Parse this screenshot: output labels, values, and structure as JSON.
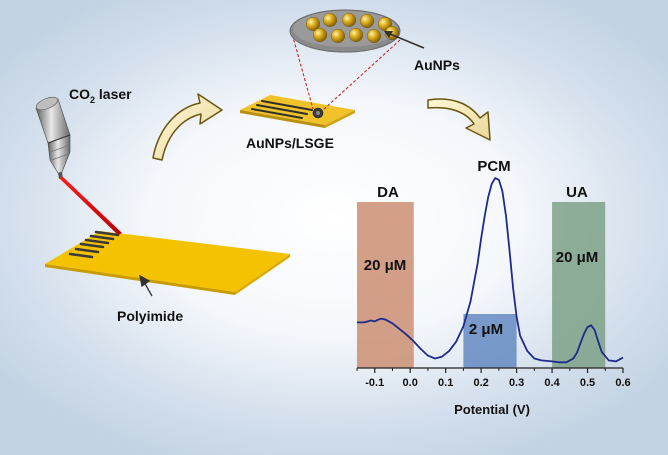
{
  "labels": {
    "laser_prefix": "CO",
    "laser_sub": "2",
    "laser_suffix": " laser",
    "polyimide": "Polyimide",
    "electrode": "AuNPs/LSGE",
    "nanoparticles": "AuNPs"
  },
  "chart_data": {
    "type": "line",
    "xlabel": "Potential (V)",
    "ylabel": "",
    "title": "",
    "xlim": [
      -0.15,
      0.6
    ],
    "x_ticks": [
      "-0.1",
      "0.0",
      "0.1",
      "0.2",
      "0.3",
      "0.4",
      "0.5",
      "0.6"
    ],
    "x_tick_values": [
      -0.1,
      0.0,
      0.1,
      0.2,
      0.3,
      0.4,
      0.5,
      0.6
    ],
    "ylim": [
      0,
      1
    ],
    "peaks": [
      {
        "name": "DA",
        "x": -0.08
      },
      {
        "name": "PCM",
        "x": 0.245
      },
      {
        "name": "UA",
        "x": 0.51
      }
    ],
    "regions": [
      {
        "name": "DA",
        "concentration": "20 μM",
        "x_start": -0.15,
        "x_end": 0.01,
        "color": "#c98a6e"
      },
      {
        "name": "PCM",
        "concentration": "2 μM",
        "x_start": 0.15,
        "x_end": 0.3,
        "color": "#5f86bf"
      },
      {
        "name": "UA",
        "concentration": "20 μM",
        "x_start": 0.4,
        "x_end": 0.55,
        "color": "#7a9f84"
      }
    ],
    "series": [
      {
        "color": "#1f2a8c",
        "x": [
          -0.15,
          -0.13,
          -0.11,
          -0.1,
          -0.09,
          -0.08,
          -0.07,
          -0.05,
          -0.03,
          -0.01,
          0.01,
          0.03,
          0.05,
          0.07,
          0.09,
          0.11,
          0.13,
          0.15,
          0.17,
          0.19,
          0.2,
          0.21,
          0.22,
          0.23,
          0.24,
          0.25,
          0.26,
          0.27,
          0.28,
          0.29,
          0.3,
          0.31,
          0.33,
          0.35,
          0.37,
          0.4,
          0.42,
          0.44,
          0.46,
          0.47,
          0.48,
          0.49,
          0.5,
          0.51,
          0.52,
          0.53,
          0.54,
          0.56,
          0.58,
          0.6
        ],
        "y": [
          0.24,
          0.24,
          0.25,
          0.245,
          0.255,
          0.26,
          0.255,
          0.235,
          0.205,
          0.175,
          0.14,
          0.1,
          0.065,
          0.05,
          0.06,
          0.09,
          0.14,
          0.22,
          0.35,
          0.55,
          0.68,
          0.8,
          0.9,
          0.97,
          1.0,
          0.99,
          0.93,
          0.8,
          0.62,
          0.42,
          0.27,
          0.17,
          0.09,
          0.05,
          0.04,
          0.035,
          0.03,
          0.03,
          0.05,
          0.08,
          0.13,
          0.18,
          0.215,
          0.225,
          0.2,
          0.14,
          0.085,
          0.04,
          0.035,
          0.055
        ]
      }
    ]
  }
}
